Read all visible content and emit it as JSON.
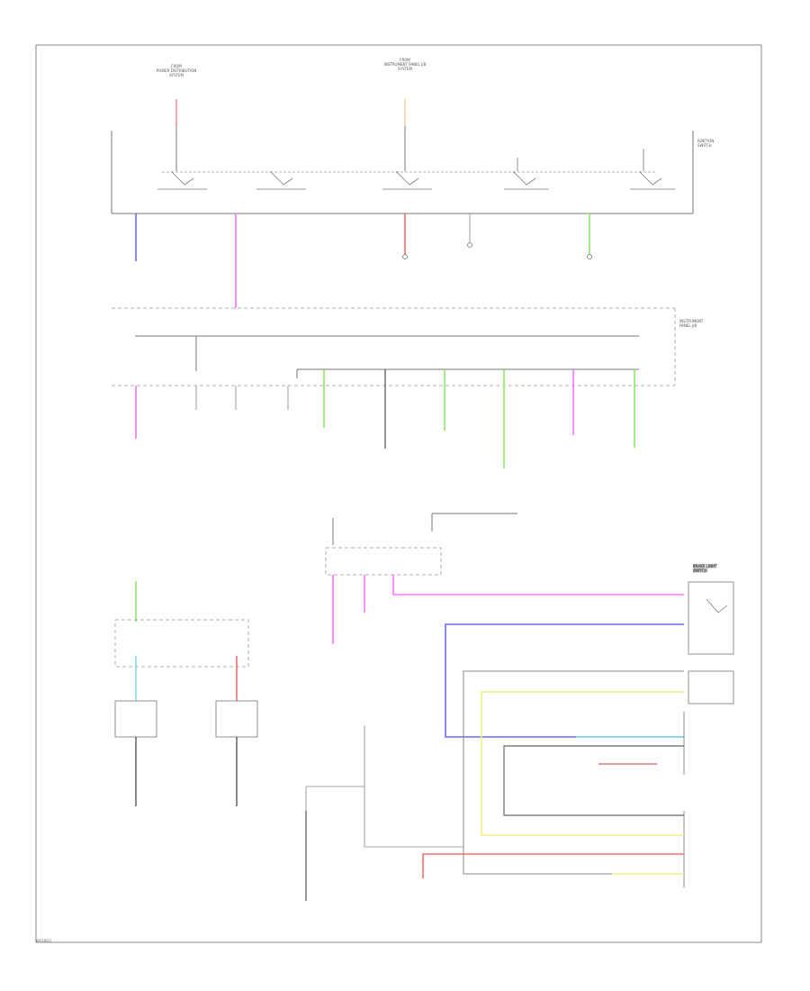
{
  "page": {
    "code": "W5F8D3",
    "background": "#ffffff",
    "line_color": "#5a5a5a"
  },
  "wire_colors": {
    "pink": "#ff7fc0",
    "blue": "#6a6af0",
    "green": "#8ee86a",
    "red": "#f07070",
    "cyan": "#7ee0e8",
    "yellow": "#f0f080",
    "peach": "#f0c090",
    "magenta": "#ff70ff",
    "gray": "#888888"
  },
  "labels": {
    "top_source_left": [
      "FROM",
      "POWER DISTRIBUTION",
      "SYSTEM"
    ],
    "top_source_mid": [
      "FROM",
      "INSTRUMENT PANEL J/B",
      "SYSTEM"
    ],
    "ignition_switch": [
      "IGNITION",
      "SWITCH"
    ],
    "junction_block": [
      "INSTRUMENT",
      "PANEL J/B"
    ],
    "right_relay": [
      "BRAKE LIGHT",
      "SWITCH"
    ]
  }
}
